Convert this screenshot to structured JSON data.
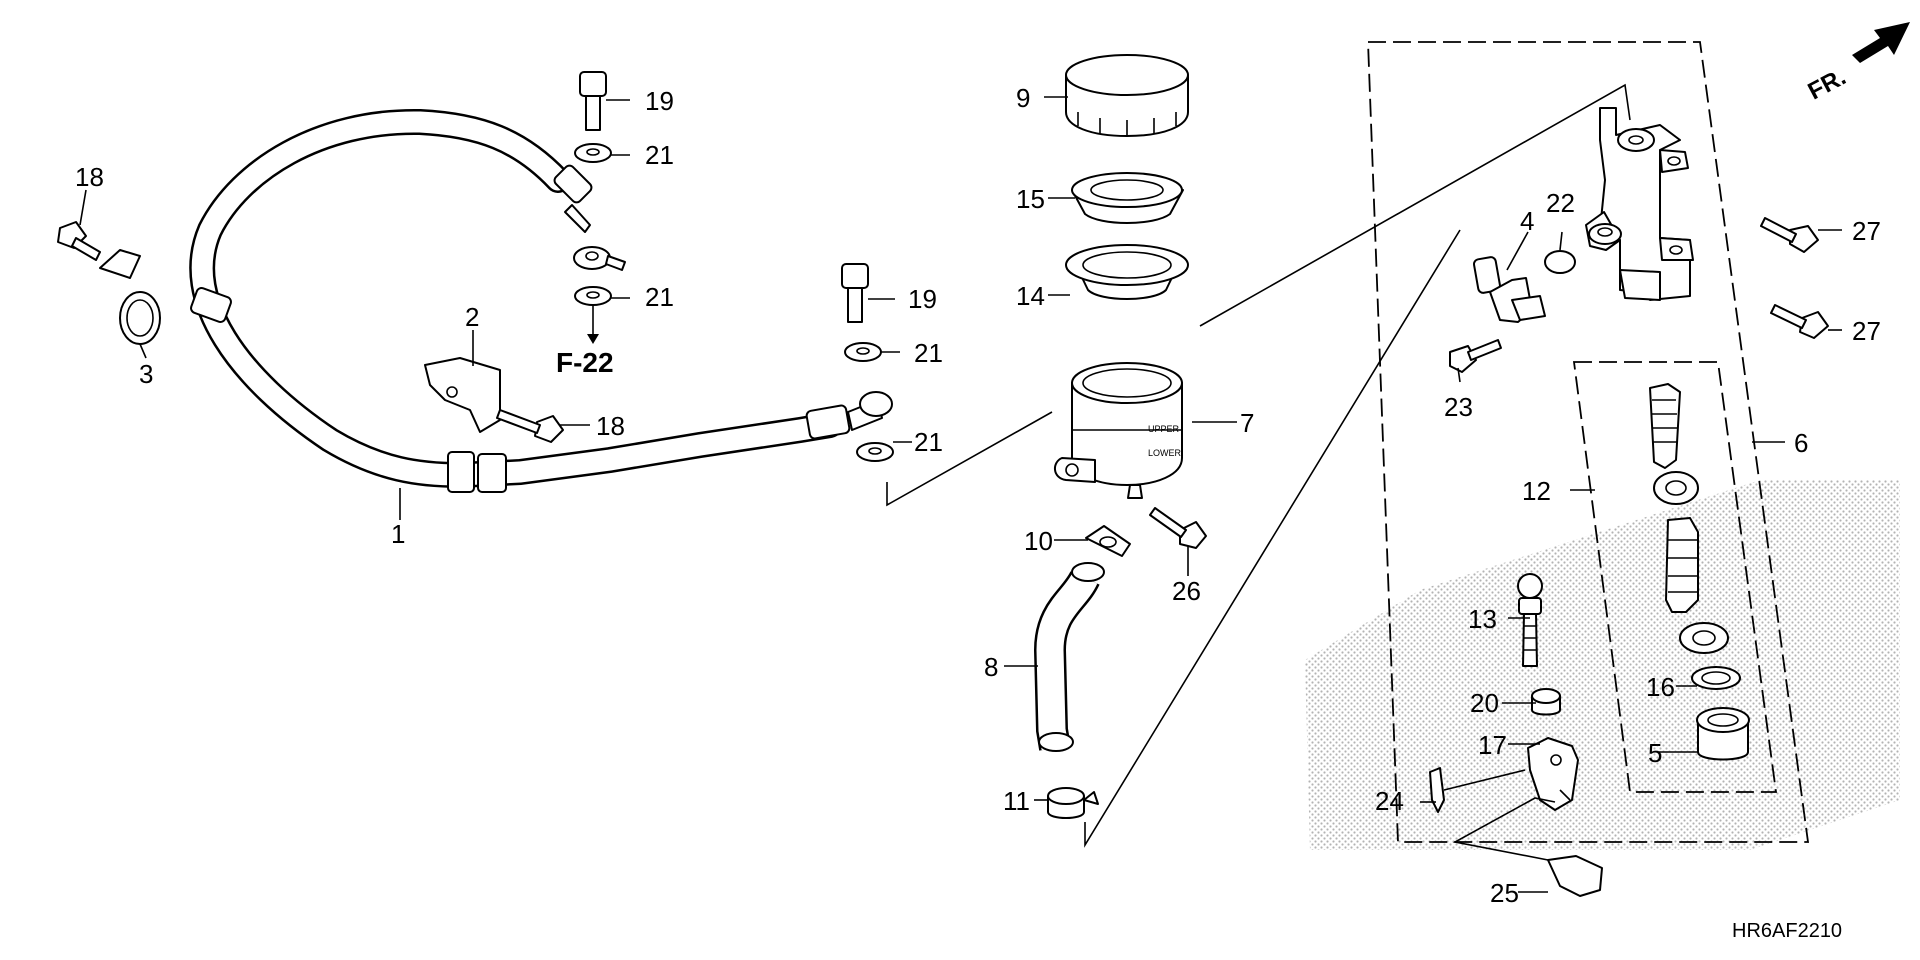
{
  "callouts": {
    "c1": "1",
    "c2": "2",
    "c3": "3",
    "c4": "4",
    "c5": "5",
    "c6": "6",
    "c7": "7",
    "c8": "8",
    "c9": "9",
    "c10": "10",
    "c11": "11",
    "c12": "12",
    "c13": "13",
    "c14": "14",
    "c15": "15",
    "c16": "16",
    "c17": "17",
    "c18a": "18",
    "c18b": "18",
    "c19a": "19",
    "c19b": "19",
    "c20": "20",
    "c21a": "21",
    "c21b": "21",
    "c21c": "21",
    "c21d": "21",
    "c22": "22",
    "c23": "23",
    "c24": "24",
    "c25": "25",
    "c26": "26",
    "c27a": "27",
    "c27b": "27"
  },
  "reference_label": "F-22",
  "direction_label": "FR.",
  "reservoir_marks": {
    "upper": "UPPER",
    "lower": "LOWER"
  },
  "diagram_code": "HR6AF2210"
}
